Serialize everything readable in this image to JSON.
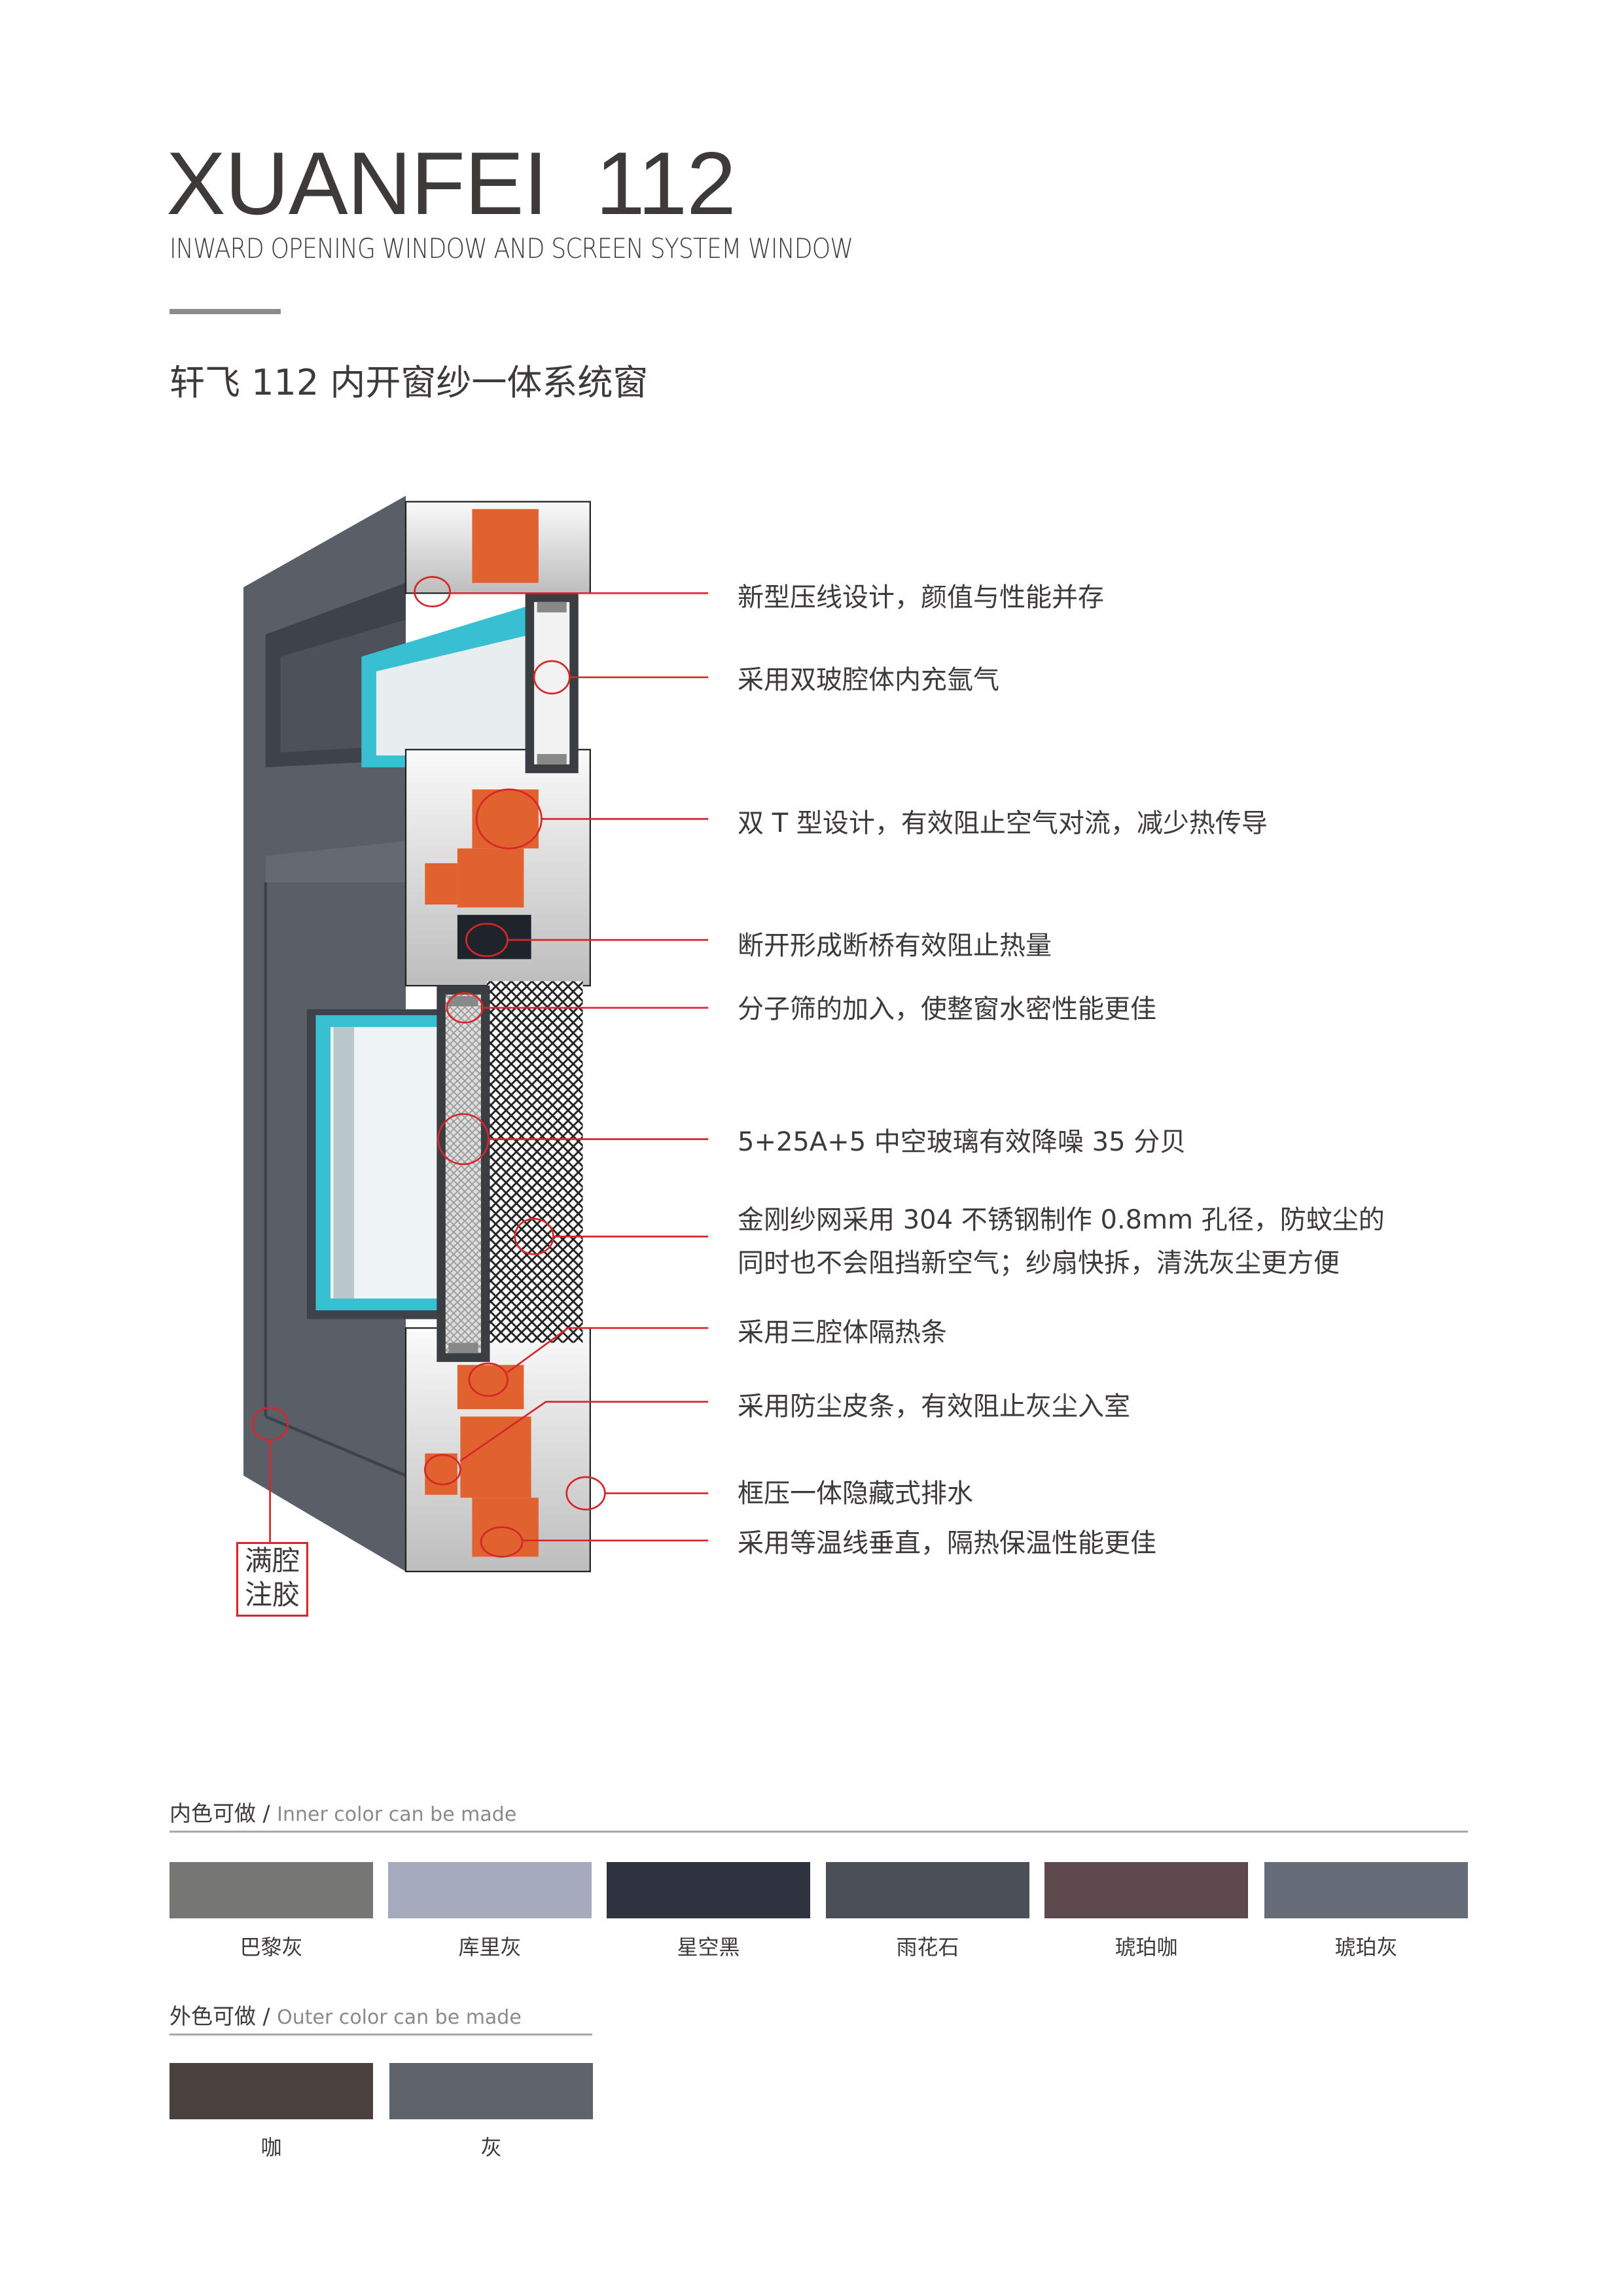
{
  "header": {
    "title": "XUANFEI  112",
    "subtitle": "INWARD OPENING WINDOW AND SCREEN SYSTEM WINDOW",
    "cn_title": "轩飞 112 内开窗纱一体系统窗"
  },
  "diagram": {
    "callout_label_line1": "满腔",
    "callout_label_line2": "注胶",
    "annotation_color": "#d7262a",
    "notes": [
      "新型压线设计，颜值与性能并存",
      "采用双玻腔体内充氩气",
      "双 T 型设计，有效阻止空气对流，减少热传导",
      "断开形成断桥有效阻止热量",
      "分子筛的加入，使整窗水密性能更佳",
      "5+25A+5 中空玻璃有效降噪 35 分贝",
      "金刚纱网采用 304 不锈钢制作 0.8mm 孔径，防蚊尘的",
      "同时也不会阻挡新空气；纱扇快拆，清洗灰尘更方便",
      "采用三腔体隔热条",
      "采用防尘皮条，有效阻止灰尘入室",
      "框压一体隐藏式排水",
      "采用等温线垂直，隔热保温性能更佳"
    ]
  },
  "inner_colors": {
    "title_cn": "内色可做 /",
    "title_en": "Inner color can be made",
    "items": [
      {
        "name": "巴黎灰",
        "color": "#767674"
      },
      {
        "name": "库里灰",
        "color": "#a5abbd"
      },
      {
        "name": "星空黑",
        "color": "#2e333f"
      },
      {
        "name": "雨花石",
        "color": "#4b5058"
      },
      {
        "name": "琥珀咖",
        "color": "#5e4a4e"
      },
      {
        "name": "琥珀灰",
        "color": "#666c78"
      }
    ]
  },
  "outer_colors": {
    "title_cn": "外色可做 /",
    "title_en": "Outer color can be made",
    "items": [
      {
        "name": "咖",
        "color": "#4a413f"
      },
      {
        "name": "灰",
        "color": "#5f646c"
      }
    ]
  }
}
